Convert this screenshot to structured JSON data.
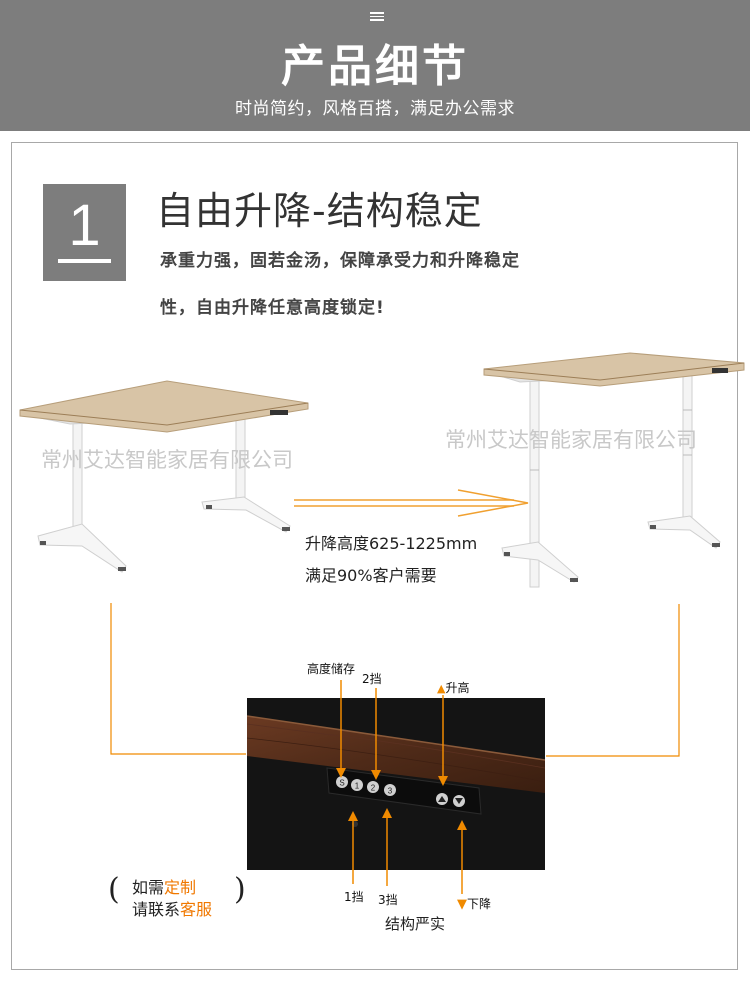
{
  "header": {
    "title": "产品细节",
    "subtitle": "时尚简约，风格百搭，满足办公需求"
  },
  "section": {
    "number": "1",
    "title": "自由升降-结构稳定",
    "desc_line1": "承重力强，固若金汤，保障承受力和升降稳定",
    "desc_line2": "性，自由升降任意高度锁定!"
  },
  "watermark": {
    "left": "常州艾达智能家居有限公司",
    "right": "常州艾达智能家居有限公司"
  },
  "specs": {
    "height_range": "升降高度625-1225mm",
    "satisfaction": "满足90%客户需要"
  },
  "controller": {
    "label_storage": "高度储存",
    "label_gear2": "2挡",
    "label_up": "升高",
    "label_gear1": "1挡",
    "label_gear3": "3挡",
    "label_down": "下降",
    "caption": "结构严实",
    "buttons": [
      "S",
      "1",
      "2",
      "3"
    ]
  },
  "custom": {
    "line1_prefix": "如需",
    "line1_highlight": "定制",
    "line2_prefix": "请联系",
    "line2_highlight": "客服"
  },
  "colors": {
    "header_bg": "#7d7d7d",
    "accent_orange": "#f08a00",
    "desk_top": "#d8c4a6"
  }
}
